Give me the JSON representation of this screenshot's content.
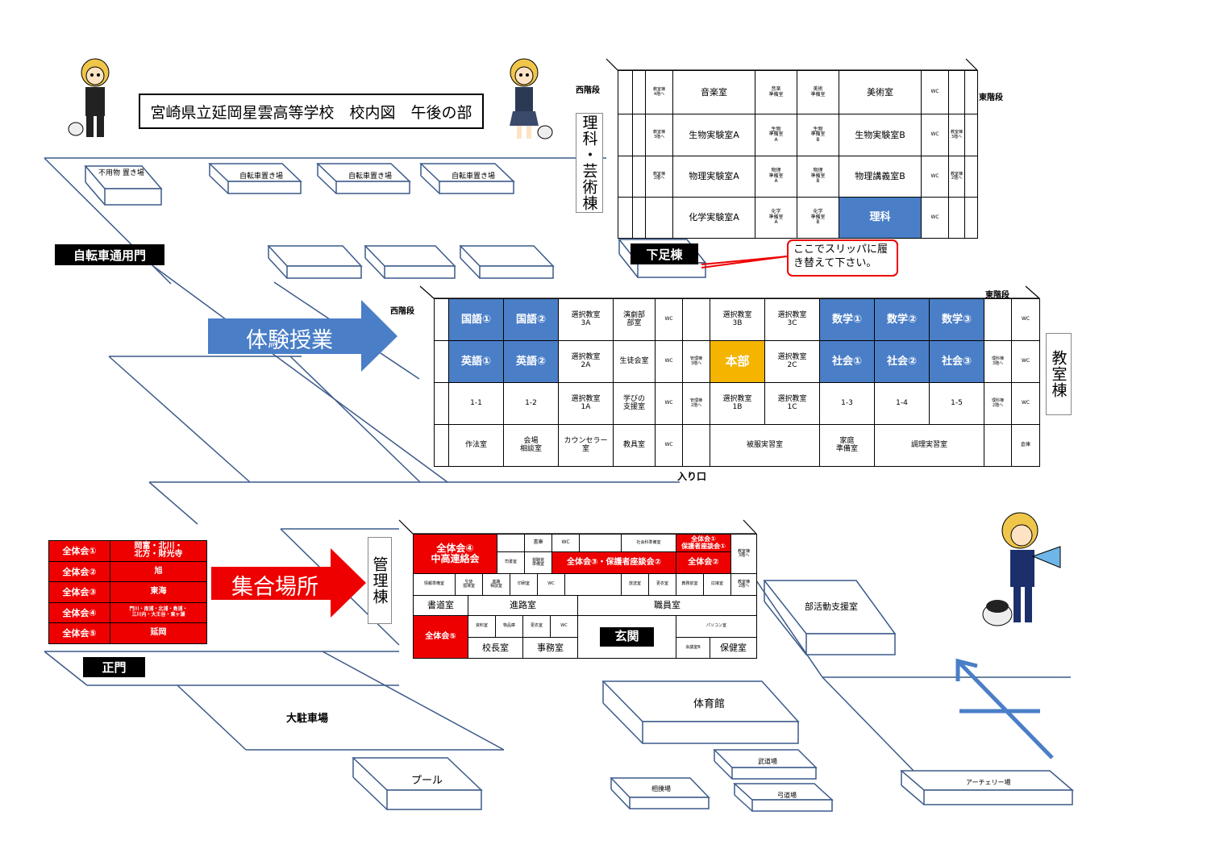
{
  "title": "宮崎県立延岡星雲高等学校　校内図　午後の部",
  "gates": {
    "bicycle_gate": "自転車通用門",
    "main_gate": "正門",
    "entrance": "入り口"
  },
  "arrows": {
    "taiken": "体験授業",
    "shugo": "集合場所"
  },
  "buildings": {
    "science": {
      "label": "理科・芸術棟",
      "west_stairs": "西階段",
      "east_stairs": "東階段",
      "rows": [
        [
          "教室棟\n4階へ",
          "音楽室",
          "音楽\n準備室",
          "美術\n準備室",
          "美術室",
          "WC",
          ""
        ],
        [
          "教室棟\n3階へ",
          "生物実験室A",
          "生物\n準備室\nA",
          "生物\n準備室\nB",
          "生物実験室B",
          "WC",
          "教室棟\n3階へ"
        ],
        [
          "教室棟\n2階へ",
          "物理実験室A",
          "物理\n準備室\nA",
          "物理\n準備室\nB",
          "物理講義室B",
          "WC",
          "教室棟\n2階へ"
        ],
        [
          "",
          "化学実験室A",
          "化学\n準備室\nA",
          "化学\n準備室\nB",
          "理科",
          "WC",
          ""
        ]
      ]
    },
    "classroom": {
      "label": "教室棟",
      "west_stairs": "西階段",
      "east_stairs": "東階段",
      "rows": [
        [
          "国語①",
          "国語②",
          "選択教室\n3A",
          "演劇部\n部室",
          "WC",
          "",
          "選択教室\n3B",
          "選択教室\n3C",
          "数学①",
          "数学②",
          "数学③",
          "",
          "WC"
        ],
        [
          "英語①",
          "英語②",
          "選択教室\n2A",
          "生徒会室",
          "WC",
          "管理棟\n3階へ",
          "本部",
          "選択教室\n2C",
          "社会①",
          "社会②",
          "社会③",
          "理科棟\n3階へ",
          "WC"
        ],
        [
          "1-1",
          "1-2",
          "選択教室\n1A",
          "学びの\n支援室",
          "WC",
          "管理棟\n2階へ",
          "選択教室\n1B",
          "選択教室\n1C",
          "1-3",
          "1-4",
          "1-5",
          "理科棟\n2階へ",
          "WC"
        ],
        [
          "作法室",
          "会場\n相談室",
          "カウンセラー\n室",
          "教具室",
          "WC",
          "",
          "被服実習室",
          "家庭\n準備室",
          "調理実習室",
          "",
          "倉庫"
        ]
      ]
    },
    "admin": {
      "label": "管理棟",
      "cells": {
        "r1": [
          "全体会④\n中高連絡会",
          "",
          "書庫",
          "WC",
          "",
          "社会科準備室",
          "全体会①\n保護者座談会①",
          "教室棟\n3階へ"
        ],
        "r2": [
          "司書室",
          "視聴覚\n準備室",
          "全体会③・保護者座談会②",
          "全体会②"
        ],
        "r3": [
          "情報準備室",
          "生徒\n指導室",
          "進路\n相談室",
          "印刷室",
          "WC",
          "",
          "放送室",
          "更衣室",
          "教務前室",
          "応接室",
          "教室棟\n2階へ"
        ],
        "r4": [
          "書道室",
          "進路室",
          "職員室"
        ],
        "r5": [
          "全体会⑤",
          "資料室",
          "物品庫",
          "更衣室",
          "WC",
          "玄関",
          "パソコン室"
        ],
        "r6": [
          "校長室",
          "事務室",
          "会議室B",
          "保健室"
        ]
      }
    },
    "shoes": "下足棟",
    "callout": "ここでスリッパに履き替えて下さい。"
  },
  "outdoor": {
    "shed1": "不用物\n置き場",
    "bike_parking": "自転車置き場",
    "parking": "大駐車場",
    "pool": "プール",
    "gym": "体育館",
    "budo": "武道場",
    "sumo": "相撲場",
    "kyudo": "弓道場",
    "archery": "アーチェリー場",
    "club": "部活動支援室"
  },
  "legend": [
    {
      "key": "全体会①",
      "value": "岡富・北川・\n北方・財光寺"
    },
    {
      "key": "全体会②",
      "value": "旭"
    },
    {
      "key": "全体会③",
      "value": "東海"
    },
    {
      "key": "全体会④",
      "value": "門川・南浦・北浦・島浦・\n三川内・大王谷・東ヶ瀬"
    },
    {
      "key": "全体会⑤",
      "value": "延岡"
    }
  ],
  "colors": {
    "blue": "#4a7ec7",
    "red": "#e00000",
    "orange": "#f4b400"
  }
}
